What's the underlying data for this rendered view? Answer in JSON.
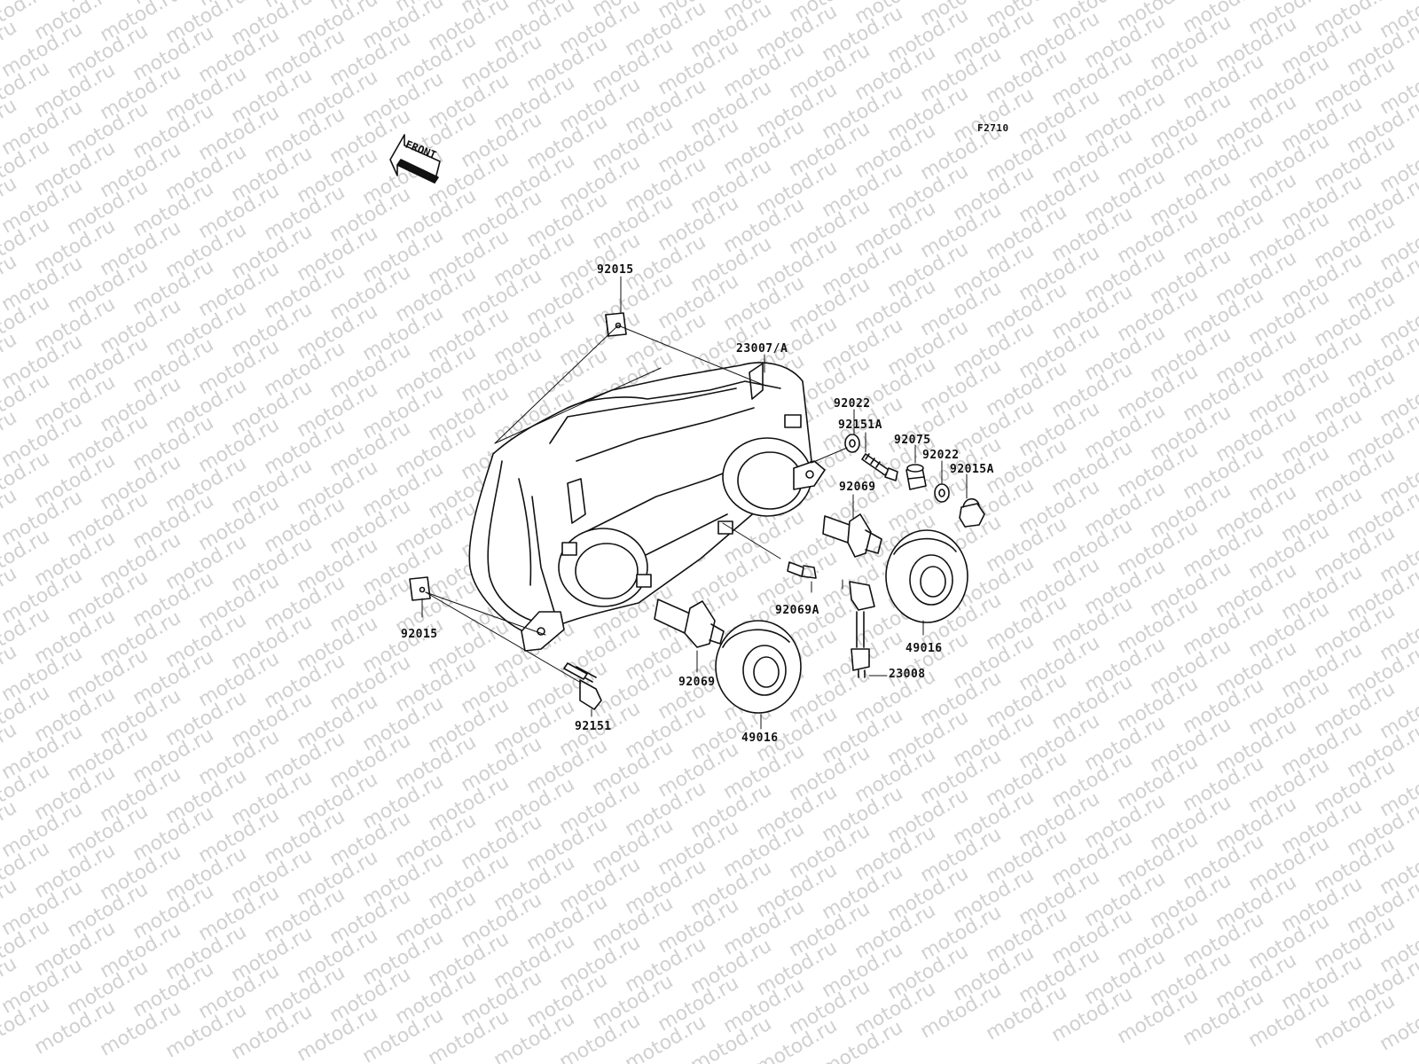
{
  "diagram": {
    "figure_code": "F2710",
    "front_arrow_label": "FRONT",
    "watermark": "motod.ru",
    "part_labels": {
      "p92015_top": "92015",
      "p23007a": "23007/A",
      "p92022_a": "92022",
      "p92151a": "92151A",
      "p92075": "92075",
      "p92022_b": "92022",
      "p92015a": "92015A",
      "p92069_right": "92069",
      "p92069a": "92069A",
      "p92015_left": "92015",
      "p49016_right": "49016",
      "p23008": "23008",
      "p92069_left": "92069",
      "p92151": "92151",
      "p49016_left": "49016"
    }
  }
}
